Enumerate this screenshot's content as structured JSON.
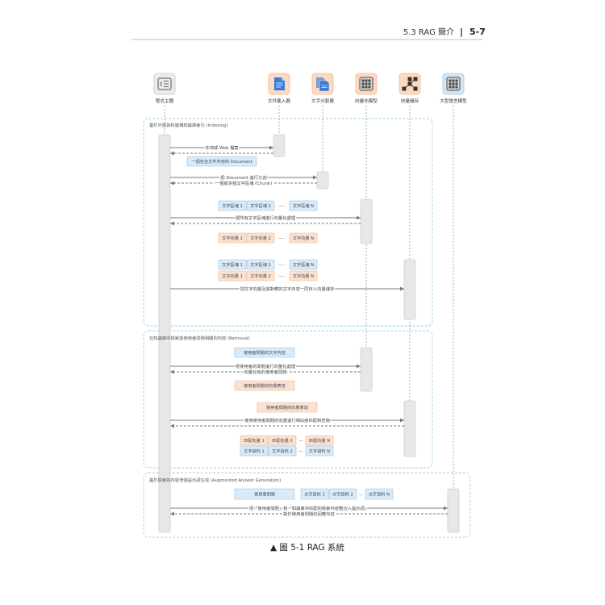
{
  "header": {
    "section": "5.3 RAG 簡介",
    "separator": "|",
    "page": "5-7"
  },
  "participants": [
    {
      "label": "程式主體",
      "icon": "program-list-icon"
    },
    {
      "label": "文件載入器",
      "icon": "document-icon"
    },
    {
      "label": "文字分割器",
      "icon": "split-documents-icon"
    },
    {
      "label": "向量化模型",
      "icon": "grid-chip-icon"
    },
    {
      "label": "向量儲存",
      "icon": "network-nodes-icon"
    },
    {
      "label": "大型語言模型",
      "icon": "grid-chip-icon"
    }
  ],
  "indexing": {
    "title": "基於外部資料建構知識庫索引 (Indexing)",
    "msg_file": "本地或 Web 檔案",
    "note_document": "一個包含文件內容的 Document",
    "msg_split": "把 Document 進行分割",
    "ret_chunks": "一個或多個文字區塊 (Chunk)",
    "chunks": [
      "文字區塊 1",
      "文字區塊 2",
      "----",
      "文字區塊 N"
    ],
    "msg_embed": "把所有文字區塊進行向量化處理",
    "vectors": [
      "文字向量 1",
      "文字向量 2",
      "----",
      "文字向量 N"
    ],
    "msg_store": "把文字向量及其對應的文字內容一同存入向量儲存"
  },
  "retrieval": {
    "title": "在知識庫中檢索與使用者問題相關的內容 (Retrieval)",
    "note_question_text": "使用者問題的文字內容",
    "msg_embed_question": "把使用者的問題進行向量化處理",
    "ret_question_vector": "向量化後的使用者問題",
    "note_question_vector": "使用者問題的向量表達",
    "msg_search": "使用使用者問題的向量進行相似度匹配和查詢",
    "matched_vectors": [
      "匹配向量 1",
      "匹配向量 2",
      "—",
      "匹配向量 N"
    ],
    "matched_texts": [
      "文字資料 1",
      "文字資料 2",
      "—",
      "文字資料 N"
    ]
  },
  "generation": {
    "title": "基於檢索的內容增強提示詞生成 (Augmented Answer Generation)",
    "note_question": "使用者問題",
    "retrieved_texts": [
      "文字資料 1",
      "文字資料 2",
      "—",
      "文字資料 N"
    ],
    "msg_prompt": "把「使用者問題」和「知識庫中匹配的檢索內容整合入提示詞」",
    "ret_answer": "對於使用者問題的回應內容"
  },
  "caption": "▲ 圖 5-1 RAG 系統",
  "colors": {
    "section-border": "#9ccfe3",
    "gen-border": "#b9c7cf",
    "note-blue-fill": "#dbeaf7",
    "note-blue-stroke": "#8ec0e8",
    "note-orange-fill": "#fbe1cf",
    "note-orange-stroke": "#efb48b",
    "icon-peach": "#fdd9c2",
    "icon-sky": "#d3e6f6",
    "doc-blue": "#3a7bd5",
    "arrow-color": "#7a7a7a"
  }
}
